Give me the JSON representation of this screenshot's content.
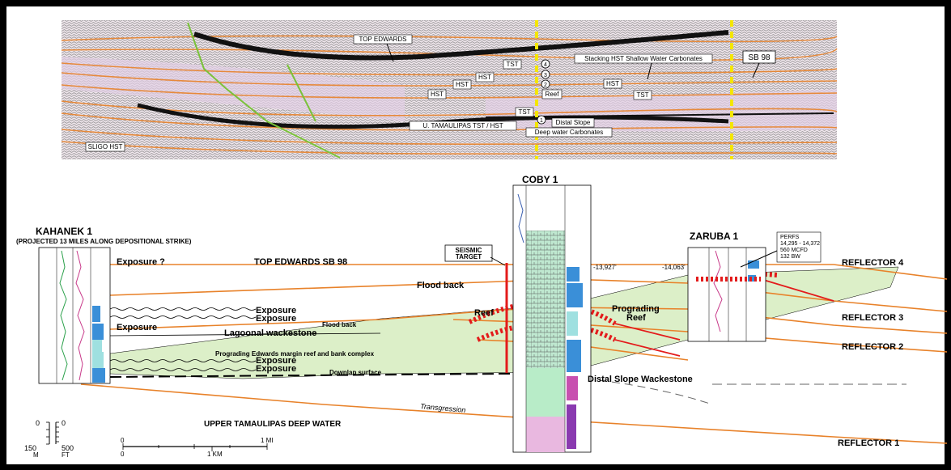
{
  "seismic": {
    "top_edwards": "TOP EDWARDS",
    "stacking": "Stacking HST Shallow Water Carbonates",
    "sb98": "SB 98",
    "tst": "TST",
    "hst": "HST",
    "reef": "Reef",
    "tamaulipas": "U. TAMAULIPAS TST / HST",
    "distal_slope": "Distal Slope",
    "deep_water": "Deep water Carbonates",
    "sligo": "SLIGO HST",
    "markers": [
      "4",
      "3",
      "2",
      "1"
    ]
  },
  "wells": {
    "kahanek": "KAHANEK 1",
    "kahanek_note": "(PROJECTED 13 MILES ALONG DEPOSITIONAL STRIKE)",
    "coby": "COBY 1",
    "zaruba": "ZARUBA 1",
    "perfs": [
      "PERFS",
      "14,295 - 14,372",
      "560 MCFD",
      "132 BW"
    ],
    "depth_coby": "-13,927'",
    "depth_zaruba": "-14,063'"
  },
  "section": {
    "exposure_q": "Exposure ?",
    "top_sb98": "TOP EDWARDS SB 98",
    "flood_back": "Flood back",
    "exposure": "Exposure",
    "lagoonal": "Lagoonal wackestone",
    "prograding_margin": "Prograding Edwards margin reef and bank complex",
    "downlap": "Downlap surface",
    "transgression": "Transgression",
    "deep_water": "UPPER TAMAULIPAS DEEP WATER",
    "seismic_target": [
      "SEISMIC",
      "TARGET"
    ],
    "reef": "Reef",
    "prograding_reef": [
      "Prograding",
      "Reef"
    ],
    "distal_slope_wk": "Distal Slope Wackestone",
    "reflectors": [
      "REFLECTOR 4",
      "REFLECTOR 3",
      "REFLECTOR 2",
      "REFLECTOR 1"
    ]
  },
  "scale": {
    "m_top": "0",
    "m_bot": "150",
    "m_unit": "M",
    "ft_top": "0",
    "ft_bot": "500",
    "ft_unit": "FT",
    "mi_left": "0",
    "mi_right": "1 MI",
    "km_left": "0",
    "km_right": "1 KM"
  },
  "colors": {
    "orange": "#e8822a",
    "red": "#e31b1b",
    "green_fill": "#dcefc8",
    "cyan": "#9fe0e0",
    "blue": "#3a8fd8",
    "yellow": "#f4e600"
  }
}
